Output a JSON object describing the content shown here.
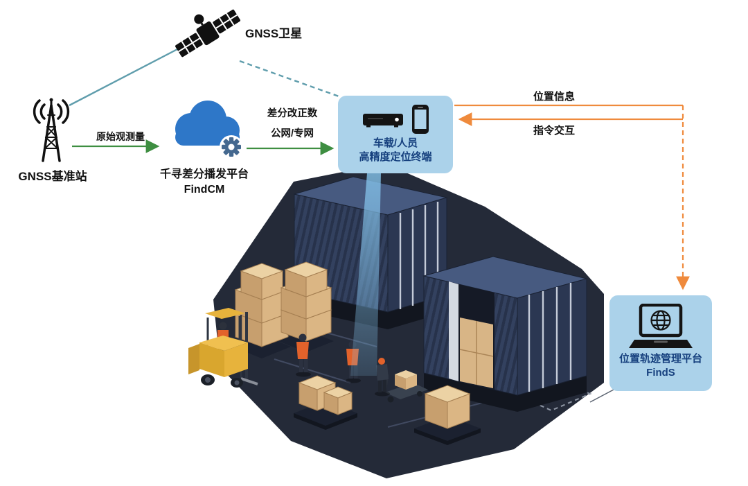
{
  "nodes": {
    "satellite": {
      "label": "GNSS卫星"
    },
    "base_station": {
      "label": "GNSS基准站"
    },
    "cloud": {
      "line1": "千寻差分播发平台",
      "line2": "FindCM"
    },
    "terminal": {
      "line1": "车载/人员",
      "line2": "高精度定位终端"
    },
    "platform": {
      "line1": "位置轨迹管理平台",
      "line2": "FindS"
    }
  },
  "edges": {
    "raw_observation": {
      "label": "原始观测量"
    },
    "corrections": {
      "line1": "差分改正数",
      "line2": "公网/专网"
    },
    "position_info": {
      "label": "位置信息"
    },
    "command_interaction": {
      "label": "指令交互"
    }
  },
  "colors": {
    "arrow_green": "#3e8e41",
    "arrow_orange": "#ef8a3c",
    "link_teal": "#5f9dac",
    "bubble_bg": "#abd2ea",
    "bubble_text": "#16407e",
    "cloud_blue": "#2e77c8",
    "container_navy": "#32405e",
    "floor_dark": "#242a38",
    "crate_tan": "#dbb684",
    "forklift_yellow": "#e7b33c"
  }
}
